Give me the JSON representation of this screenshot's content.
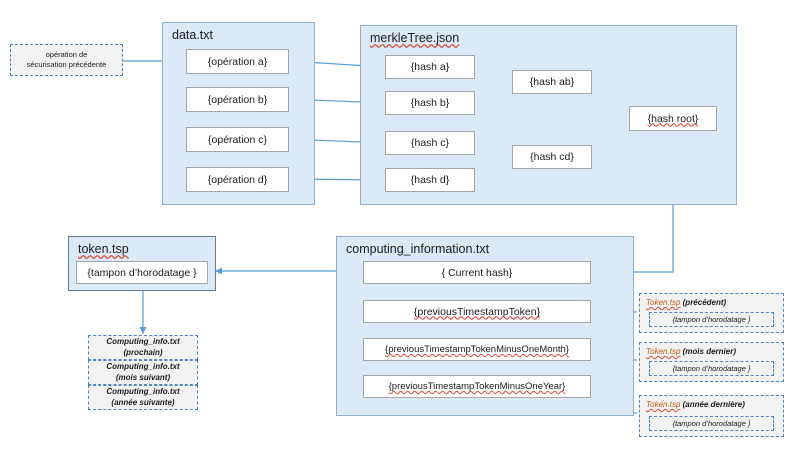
{
  "diagram": {
    "title": "Timestamping / Merkle tree data flow diagram",
    "accent_line_color": "#5b9bd5",
    "container_fill": "#dce9f7",
    "container_stroke": "#8faed0",
    "node_fill": "#ffffff",
    "node_stroke": "#a6a6a6",
    "dashed_stroke": "#4e85c5",
    "dashed_fill": "#f2f2f2",
    "spellcheck_color": "#e04b3a",
    "filename_accent": "#c55a11"
  },
  "previous_operation": {
    "line1": "opération  de",
    "line2": "sécurisation précédente"
  },
  "data_file": {
    "title": "data.txt",
    "operations": [
      {
        "label": "{opération a}"
      },
      {
        "label": "{opération b}"
      },
      {
        "label": "{opération c}"
      },
      {
        "label": "{opération d}"
      }
    ]
  },
  "merkle_tree": {
    "title": "merkleTree.json",
    "leaves": [
      {
        "label": "{hash a}"
      },
      {
        "label": "{hash b}"
      },
      {
        "label": "{hash c}"
      },
      {
        "label": "{hash d}"
      }
    ],
    "branches": [
      {
        "label": "{hash ab}"
      },
      {
        "label": "{hash cd}"
      }
    ],
    "root": {
      "label": "{hash root}"
    }
  },
  "token": {
    "title": "token.tsp",
    "stamp": "{tampon d’horodatage }"
  },
  "future_info": [
    {
      "line1": "Computing_info.txt",
      "line2": "(prochain)"
    },
    {
      "line1": "Computing_info.txt",
      "line2": "(mois suivant)"
    },
    {
      "line1": "Computing_info.txt",
      "line2": "(année suivante)"
    }
  ],
  "computing_information": {
    "title": "computing_information.txt",
    "fields": [
      {
        "label": "{ Current hash}"
      },
      {
        "label": "{previousTimestampToken}"
      },
      {
        "label": "{previousTimestampTokenMinusOneMonth}"
      },
      {
        "label": "{previousTimestampTokenMinusOneYear}"
      }
    ]
  },
  "previous_tokens": [
    {
      "file": "Token.tsp",
      "qualifier": "(précédent)",
      "stamp": "{tampon d’horodatage }"
    },
    {
      "file": "Token.tsp",
      "qualifier": "(mois dernier)",
      "stamp": "{tampon d’horodatage }"
    },
    {
      "file": "Token.tsp",
      "qualifier": "(année dernière)",
      "stamp": "{tampon d’horodatage }"
    }
  ]
}
